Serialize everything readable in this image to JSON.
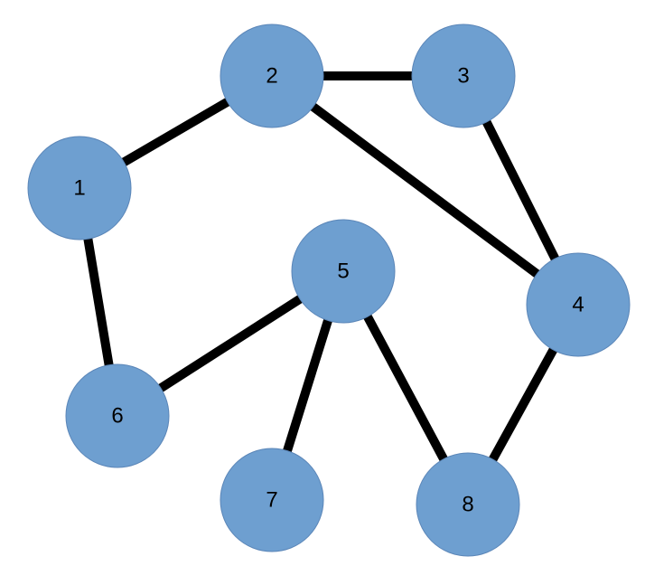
{
  "colors": {
    "node_fill": "#6e9fd0",
    "edge": "#000000",
    "label": "#000000"
  },
  "nodes": [
    {
      "id": "1",
      "label": "1"
    },
    {
      "id": "2",
      "label": "2"
    },
    {
      "id": "3",
      "label": "3"
    },
    {
      "id": "4",
      "label": "4"
    },
    {
      "id": "5",
      "label": "5"
    },
    {
      "id": "6",
      "label": "6"
    },
    {
      "id": "7",
      "label": "7"
    },
    {
      "id": "8",
      "label": "8"
    }
  ],
  "edges": [
    {
      "from": "1",
      "to": "2"
    },
    {
      "from": "2",
      "to": "3"
    },
    {
      "from": "2",
      "to": "4"
    },
    {
      "from": "3",
      "to": "4"
    },
    {
      "from": "1",
      "to": "6"
    },
    {
      "from": "5",
      "to": "6"
    },
    {
      "from": "5",
      "to": "7"
    },
    {
      "from": "5",
      "to": "8"
    },
    {
      "from": "4",
      "to": "8"
    }
  ]
}
